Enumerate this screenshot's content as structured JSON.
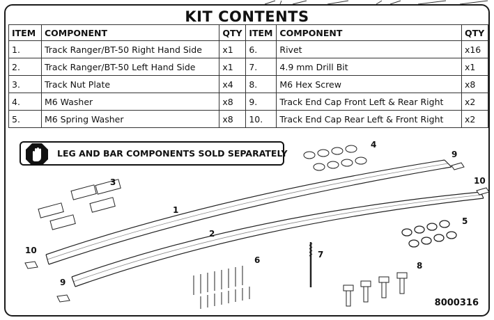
{
  "title": "KIT CONTENTS",
  "headers": {
    "item": "ITEM",
    "component": "COMPONENT",
    "qty": "QTY"
  },
  "rows": [
    {
      "left": {
        "item": "1.",
        "component": "Track Ranger/BT-50 Right Hand Side",
        "qty": "x1"
      },
      "right": {
        "item": "6.",
        "component": "Rivet",
        "qty": "x16"
      }
    },
    {
      "left": {
        "item": "2.",
        "component": "Track Ranger/BT-50 Left Hand Side",
        "qty": "x1"
      },
      "right": {
        "item": "7.",
        "component": "4.9 mm Drill Bit",
        "qty": "x1"
      }
    },
    {
      "left": {
        "item": "3.",
        "component": "Track Nut Plate",
        "qty": "x4"
      },
      "right": {
        "item": "8.",
        "component": "M6 Hex Screw",
        "qty": "x8"
      }
    },
    {
      "left": {
        "item": "4.",
        "component": "M6 Washer",
        "qty": "x8"
      },
      "right": {
        "item": "9.",
        "component": "Track End Cap Front Left & Rear Right",
        "qty": "x2"
      }
    },
    {
      "left": {
        "item": "5.",
        "component": "M6 Spring Washer",
        "qty": "x8"
      },
      "right": {
        "item": "10.",
        "component": "Track End Cap Rear Left & Front Right",
        "qty": "x2"
      }
    }
  ],
  "warning": "LEG AND BAR COMPONENTS SOLD SEPARATELY",
  "callouts": {
    "n1": "1",
    "n2": "2",
    "n3": "3",
    "n4": "4",
    "n5": "5",
    "n6": "6",
    "n7": "7",
    "n8": "8",
    "n9a": "9",
    "n9b": "9",
    "n10a": "10",
    "n10b": "10"
  },
  "part_number": "8000316",
  "icons": {
    "warning_icon": "stop-hand-octagon-icon"
  }
}
